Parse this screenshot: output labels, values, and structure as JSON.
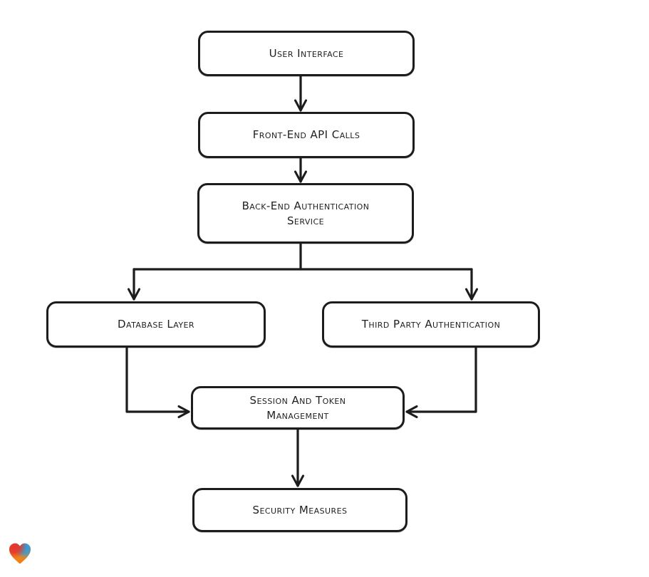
{
  "diagram": {
    "type": "flowchart",
    "background": "#ffffff",
    "stroke_color": "#1c1c1c",
    "nodes": {
      "user_interface": {
        "label": "User Interface"
      },
      "frontend_api_calls": {
        "label": "Front-End API Calls"
      },
      "backend_auth_service": {
        "lines": [
          "Back-End Authentication",
          "Service"
        ]
      },
      "database_layer": {
        "label": "Database Layer"
      },
      "third_party_auth": {
        "label": "Third Party Authentication"
      },
      "session_token_mgmt": {
        "lines": [
          "Session And Token",
          "Management"
        ]
      },
      "security_measures": {
        "label": "Security Measures"
      }
    },
    "edges": [
      {
        "from": "user_interface",
        "to": "frontend_api_calls"
      },
      {
        "from": "frontend_api_calls",
        "to": "backend_auth_service"
      },
      {
        "from": "backend_auth_service",
        "to": "database_layer"
      },
      {
        "from": "backend_auth_service",
        "to": "third_party_auth"
      },
      {
        "from": "database_layer",
        "to": "session_token_mgmt"
      },
      {
        "from": "third_party_auth",
        "to": "session_token_mgmt"
      },
      {
        "from": "session_token_mgmt",
        "to": "security_measures"
      }
    ]
  },
  "footer": {
    "logo_icon": "heart-logo",
    "logo_colors": {
      "red": "#E5352B",
      "blue": "#2F9BDC",
      "orange_light": "#F6A42C",
      "orange_dark": "#EF7D13"
    }
  }
}
